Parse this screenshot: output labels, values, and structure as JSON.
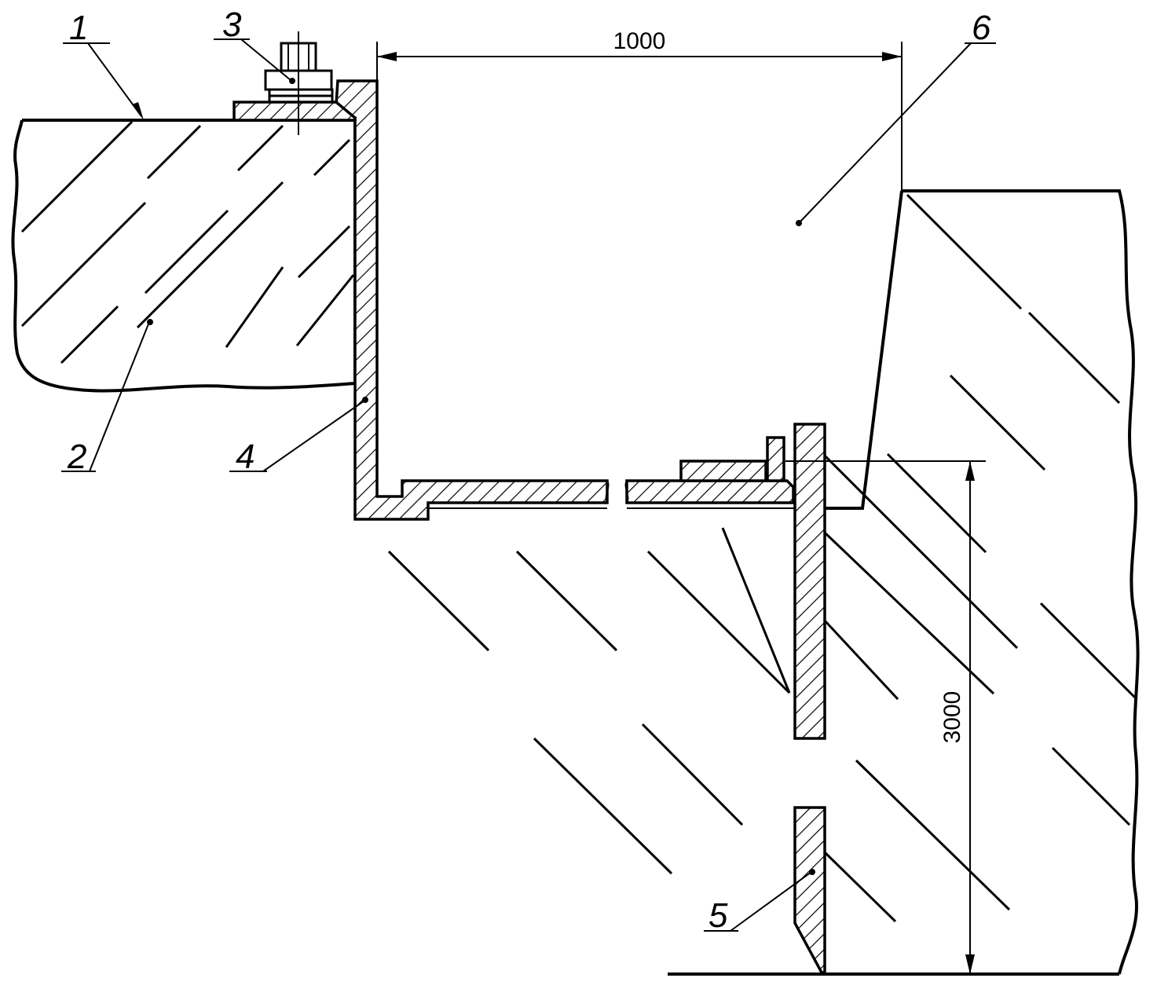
{
  "labels": {
    "l1": "1",
    "l2": "2",
    "l3": "3",
    "l4": "4",
    "l5": "5",
    "l6": "6"
  },
  "dimensions": {
    "width": "1000",
    "depth": "3000"
  }
}
